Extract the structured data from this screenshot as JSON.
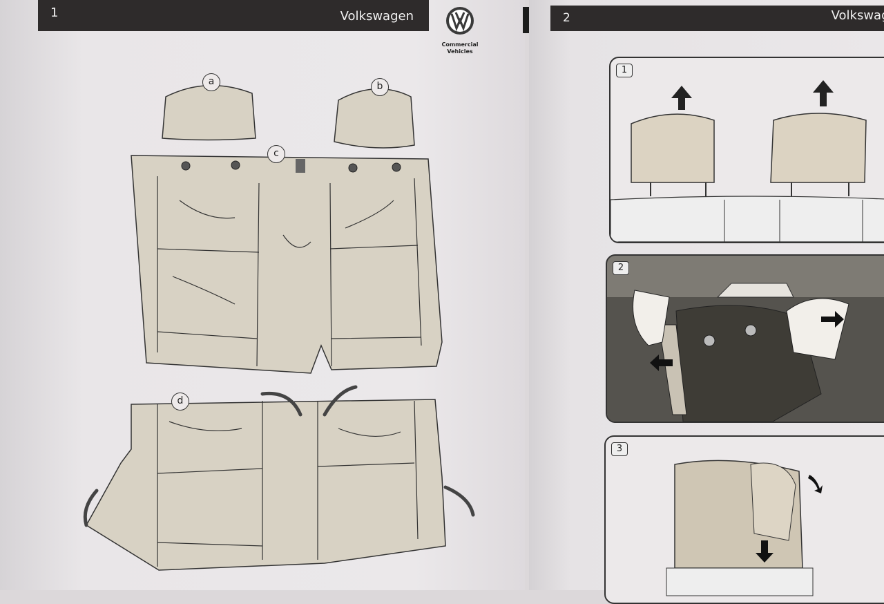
{
  "left_page": {
    "page_number": "1",
    "brand": "Volkswagen",
    "logo": {
      "mark": "VW",
      "caption": "Commercial Vehicles"
    },
    "callouts": [
      "a",
      "b",
      "c",
      "d"
    ]
  },
  "right_page": {
    "page_number": "2",
    "brand": "Volkswagen",
    "steps": [
      "1",
      "2",
      "3"
    ]
  },
  "colors": {
    "header_bar": "#2e2b2b",
    "cover_fill": "#d8d2c4",
    "line": "#333333"
  }
}
